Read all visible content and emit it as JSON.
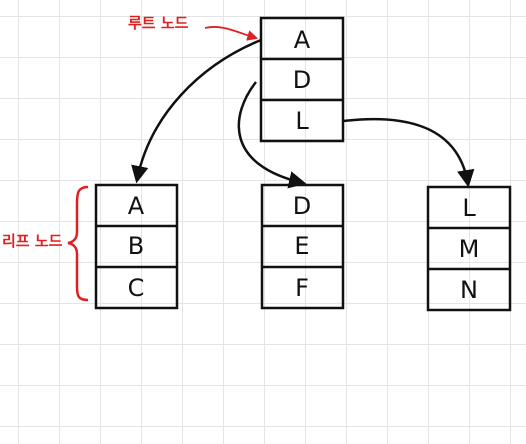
{
  "colors": {
    "ink": "#111111",
    "annotation": "#e02020",
    "grid": "#e4e4e4"
  },
  "nodes": {
    "root": {
      "keys": [
        "A",
        "D",
        "L"
      ]
    },
    "leaf1": {
      "keys": [
        "A",
        "B",
        "C"
      ]
    },
    "leaf2": {
      "keys": [
        "D",
        "E",
        "F"
      ]
    },
    "leaf3": {
      "keys": [
        "L",
        "M",
        "N"
      ]
    }
  },
  "annotations": {
    "root_label": "루트 노드",
    "leaf_label": "리프 노드"
  }
}
